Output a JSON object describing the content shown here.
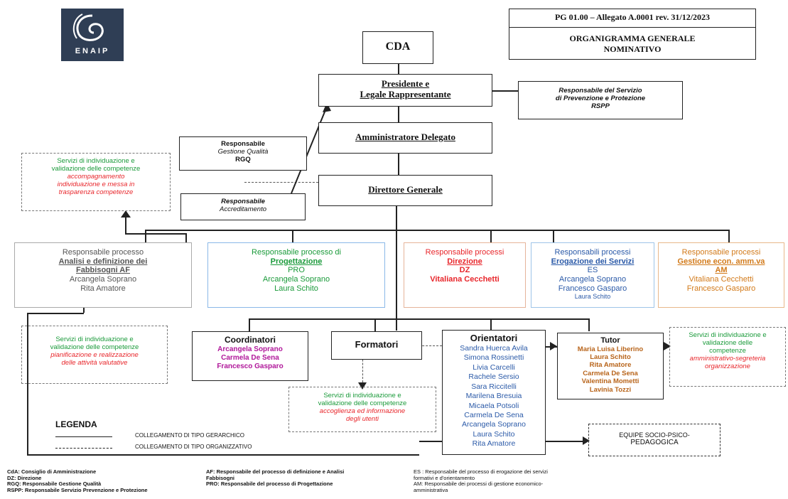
{
  "header": {
    "logo_text": "ENAIP",
    "doc_ref": "PG 01.00  –  Allegato A.0001 rev. 31/12/2023",
    "doc_title_1": "ORGANIGRAMMA GENERALE",
    "doc_title_2": "NOMINATIVO"
  },
  "nodes": {
    "cda": "CDA",
    "president_1": "Presidente e",
    "president_2": "Legale Rappresentante",
    "rspp_1": "Responsabile del Servizio",
    "rspp_2": "di Prevenzione e Protezione",
    "rspp_3": "RSPP",
    "ad": "Amministratore Delegato",
    "rgq_1": "Responsabile",
    "rgq_2": "Gestione Qualità",
    "rgq_3": "RGQ",
    "accred_1": "Responsabile",
    "accred_2": "Accreditamento",
    "dg": "Direttore Generale"
  },
  "services": {
    "s1_a": "Servizi di individuazione e",
    "s1_b": "validazione delle competenze",
    "s1_c": "accompagnamento",
    "s1_d": "individuazione e messa in",
    "s1_e": "trasparenza competenze",
    "s2_a": "Servizi di individuazione e",
    "s2_b": "validazione delle competenze",
    "s2_c": "pianificazione e realizzazione",
    "s2_d": "delle attività valutative",
    "s3_a": "Servizi di individuazione e",
    "s3_b": "validazione delle competenze",
    "s3_c": "accoglienza ed informazione",
    "s3_d": "degli utenti",
    "s4_a": "Servizi di individuazione e",
    "s4_b": "validazione delle",
    "s4_c": "competenze",
    "s4_d": "amministrativo-segreteria",
    "s4_e": "organizzazione"
  },
  "process_owners": {
    "af_1": "Responsabile processo",
    "af_2": "Analisi e definizione dei",
    "af_3": "Fabbisogni AF",
    "af_4": "Arcangela Soprano",
    "af_5": "Rita Amatore",
    "pro_1": "Responsabile processo di",
    "pro_2": "Progettazione",
    "pro_3": "PRO",
    "pro_4": "Arcangela Soprano",
    "pro_5": "Laura Schito",
    "dz_1": "Responsabile processi",
    "dz_2": "Direzione",
    "dz_3": "DZ",
    "dz_4": "Vitaliana Cecchetti",
    "ero_1": "Responsabili processi",
    "ero_2": "Erogazione dei Servizi",
    "ero_3": "ES",
    "ero_4": "Arcangela Soprano",
    "ero_5": "Francesco Gasparo",
    "ero_6": "Laura Schito",
    "am_1": "Responsabile processi",
    "am_2": "Gestione econ. amm.va",
    "am_3": "AM",
    "am_4": "Vitaliana Cecchetti",
    "am_5": "Francesco Gasparo"
  },
  "staff": {
    "coord_title": "Coordinatori",
    "coord_names": [
      "Arcangela Soprano",
      "Carmela De Sena",
      "Francesco Gasparo"
    ],
    "form_title": "Formatori",
    "orient_title": "Orientatori",
    "orient_names": [
      "Sandra Huerca Avila",
      "Simona Rossinetti",
      "Livia Carcelli",
      "Rachele Sersio",
      "Sara Riccitelli",
      "Marilena Bresuia",
      "Micaela Potsoli",
      "Carmela De Sena",
      "Arcangela Soprano",
      "Laura Schito",
      "Rita Amatore"
    ],
    "tutor_title": "Tutor",
    "tutor_names": [
      "Maria Luisa Liberino",
      "Laura Schito",
      "Rita Amatore",
      "Carmela De Sena",
      "Valentina Mometti",
      "Lavinia Tozzi"
    ],
    "psico_1": "EQUIPE SOCIO-PSICO-",
    "psico_2": "PEDAGOGICA"
  },
  "legend": {
    "title": "LEGENDA",
    "solid_label": "COLLEGAMENTO DI TIPO GERARCHICO",
    "dashed_label": "COLLEGAMENTO DI TIPO ORGANIZZATIVO"
  },
  "footnotes": {
    "col1": [
      "CdA: Consiglio di Amministrazione",
      "DZ:  Direzione",
      "RGQ: Responsabile Gestione Qualità",
      "RSPP: Responsabile Servizio Prevenzione e Protezione"
    ],
    "col2": [
      "AF: Responsabile del processo di definizione e Analisi",
      "Fabbisogni",
      "PRO: Responsabile del processo di Progettazione"
    ],
    "col3": [
      "ES : Responsabile del processo di erogazione dei servizi",
      "formativi e d'orientamento",
      "AM: Responsabile dei processi di gestione economico-",
      "amministrativa"
    ]
  },
  "colors": {
    "green": "#1a9a3a",
    "red": "#e8262b",
    "blue": "#2b5aa8",
    "purple": "#b0179a",
    "orange": "#d27a1a",
    "logo_bg": "#2f3e55"
  }
}
